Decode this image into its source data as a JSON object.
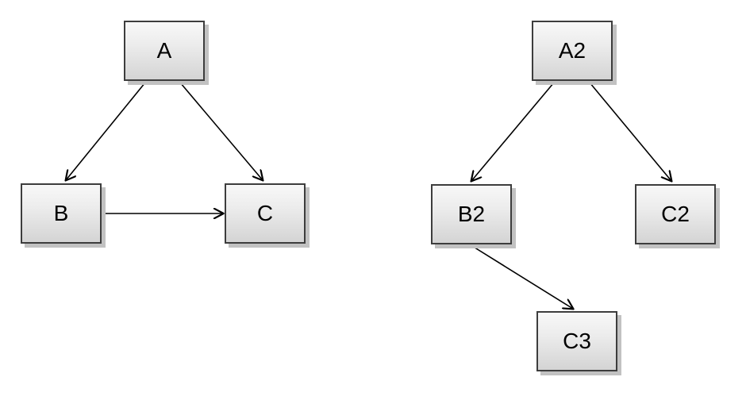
{
  "diagram": {
    "type": "directed-graph",
    "background_color": "#ffffff",
    "node_style": {
      "fill_top": "#f8f8f8",
      "fill_bottom": "#d4d4d4",
      "border_color": "#3d3d3d",
      "shadow_color": "#c2c2c2",
      "text_color": "#000000"
    },
    "edge_color": "#000000",
    "nodes": [
      {
        "id": "A",
        "label": "A"
      },
      {
        "id": "B",
        "label": "B"
      },
      {
        "id": "C",
        "label": "C"
      },
      {
        "id": "A2",
        "label": "A2"
      },
      {
        "id": "B2",
        "label": "B2"
      },
      {
        "id": "C2",
        "label": "C2"
      },
      {
        "id": "C3",
        "label": "C3"
      }
    ],
    "edges": [
      {
        "from": "A",
        "to": "B"
      },
      {
        "from": "A",
        "to": "C"
      },
      {
        "from": "B",
        "to": "C"
      },
      {
        "from": "A2",
        "to": "B2"
      },
      {
        "from": "A2",
        "to": "C2"
      },
      {
        "from": "B2",
        "to": "C3"
      }
    ]
  }
}
